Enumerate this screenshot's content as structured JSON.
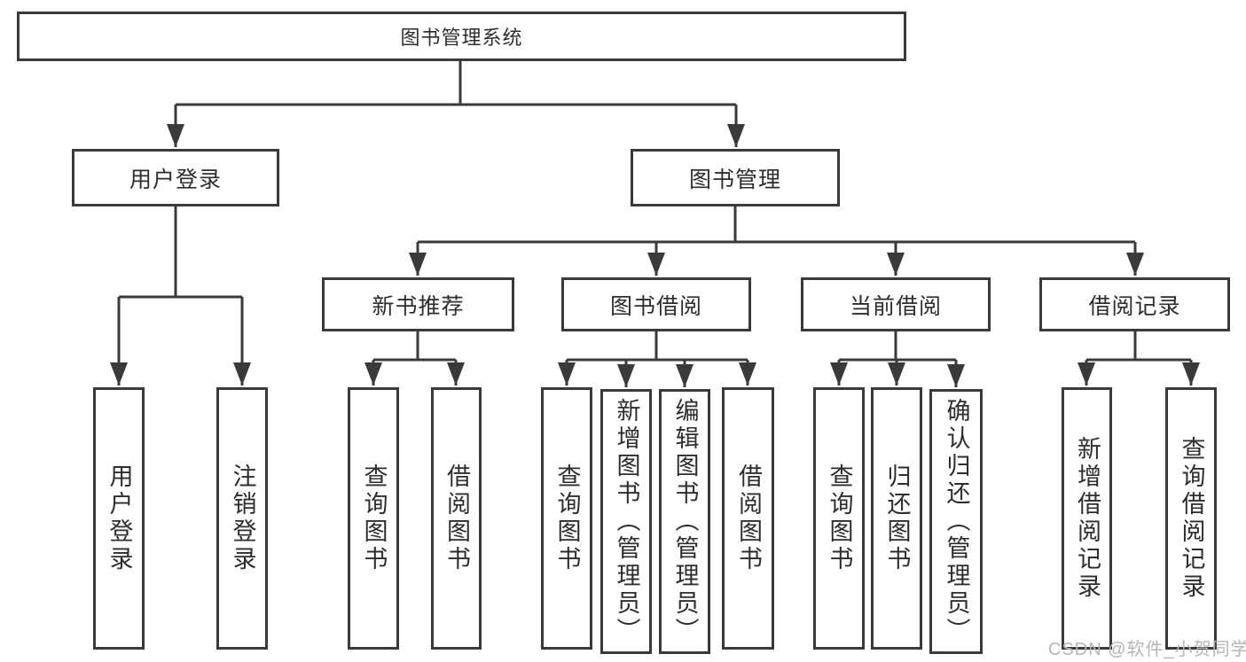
{
  "diagram": {
    "root": {
      "label": "图书管理系统"
    },
    "level2": [
      {
        "label": "用户登录"
      },
      {
        "label": "图书管理"
      }
    ],
    "level3": [
      {
        "label": "新书推荐"
      },
      {
        "label": "图书借阅"
      },
      {
        "label": "当前借阅"
      },
      {
        "label": "借阅记录"
      }
    ],
    "leaves": {
      "user_login": [
        {
          "label": "用户登录"
        },
        {
          "label": "注销登录"
        }
      ],
      "new_book_recommend": [
        {
          "label": "查询图书"
        },
        {
          "label": "借阅图书"
        }
      ],
      "book_borrow": [
        {
          "label": "查询图书"
        },
        {
          "label": "新增图书（管理员）"
        },
        {
          "label": "编辑图书（管理员）"
        },
        {
          "label": "借阅图书"
        }
      ],
      "current_borrow": [
        {
          "label": "查询图书"
        },
        {
          "label": "归还图书"
        },
        {
          "label": "确认归还（管理员）"
        }
      ],
      "borrow_record": [
        {
          "label": "新增借阅记录"
        },
        {
          "label": "查询借阅记录"
        }
      ]
    },
    "colors": {
      "line": "#3a3a3a",
      "text": "#2d2d2d",
      "background": "#ffffff",
      "watermark": "#b5b5b5"
    }
  },
  "watermark": {
    "text": "CSDN @软件_小贺同学"
  }
}
